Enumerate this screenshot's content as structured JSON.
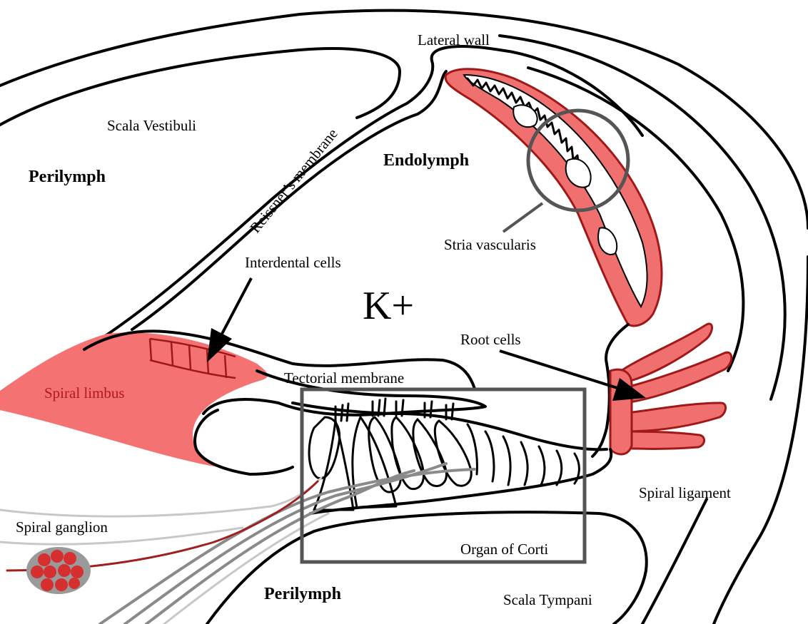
{
  "labels": {
    "lateral_wall": "Lateral wall",
    "scala_vestibuli": "Scala Vestibuli",
    "perilymph_top": "Perilymph",
    "reissners_membrane": "Reissner’s membrane",
    "endolymph": "Endolymph",
    "stria_vascularis": "Stria vascularis",
    "interdental_cells": "Interdental cells",
    "k_plus": "K+",
    "root_cells": "Root cells",
    "tectorial_membrane": "Tectorial membrane",
    "spiral_limbus": "Spiral limbus",
    "spiral_ligament": "Spiral ligament",
    "spiral_ganglion": "Spiral ganglion",
    "organ_of_corti": "Organ of Corti",
    "perilymph_bottom": "Perilymph",
    "scala_tympani": "Scala Tympani"
  },
  "colors": {
    "tissue_red": "#f07070",
    "tissue_outline": "#a01818",
    "highlight_frame": "#555555",
    "nerve_gray": "#8a8a8a"
  }
}
